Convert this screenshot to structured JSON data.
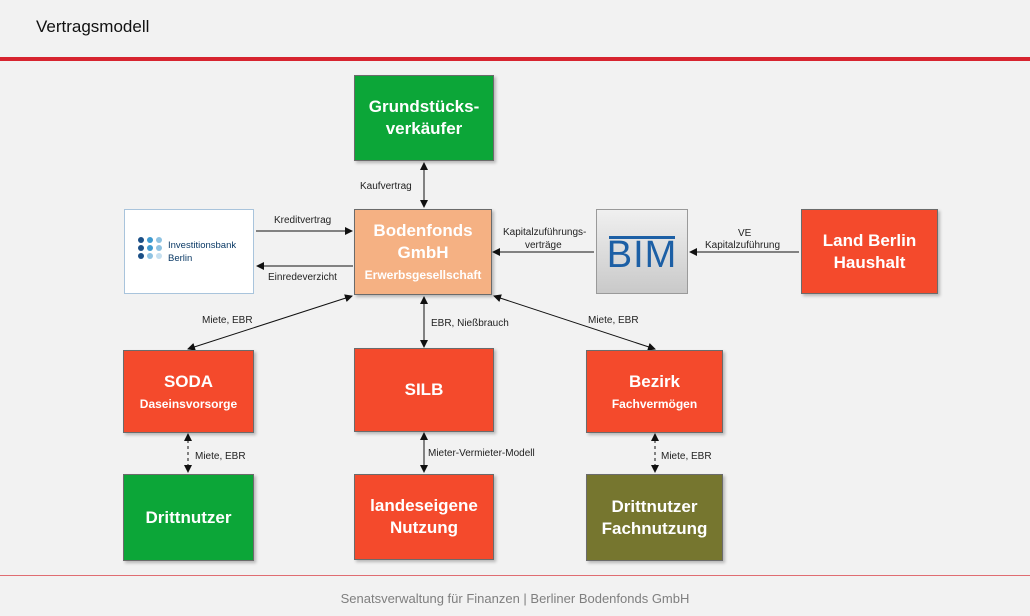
{
  "header": {
    "title": "Vertragsmodell"
  },
  "footer": {
    "text": "Senatsverwaltung für Finanzen | Berliner Bodenfonds GmbH"
  },
  "boxes": {
    "grundstuecksverkaeufer": {
      "line1": "Grundstücks-",
      "line2": "verkäufer"
    },
    "bodenfonds": {
      "line1": "Bodenfonds",
      "line2": "GmbH",
      "sub": "Erwerbsgesellschaft"
    },
    "land_berlin": {
      "line1": "Land Berlin",
      "line2": "Haushalt"
    },
    "soda": {
      "title": "SODA",
      "sub": "Daseinsvorsorge"
    },
    "silb": {
      "title": "SILB"
    },
    "bezirk": {
      "title": "Bezirk",
      "sub": "Fachvermögen"
    },
    "drittnutzer": {
      "title": "Drittnutzer"
    },
    "landeseigene": {
      "line1": "landeseigene",
      "line2": "Nutzung"
    },
    "drittnutzer_fach": {
      "line1": "Drittnutzer",
      "line2": "Fachnutzung"
    }
  },
  "logos": {
    "ibb": {
      "line1": "Investitionsbank",
      "line2": "Berlin"
    },
    "bim": {
      "text": "BIM"
    }
  },
  "labels": {
    "kaufvertrag": "Kaufvertrag",
    "kreditvertrag": "Kreditvertrag",
    "einredeverzicht": "Einredeverzicht",
    "kapital_1": "Kapitalzuführungs-",
    "kapital_2": "verträge",
    "ve": "VE",
    "kapitalzufuehrung": "Kapitalzuführung",
    "miete_ebr_left": "Miete, EBR",
    "ebr_niessbrauch": "EBR, Nießbrauch",
    "miete_ebr_right": "Miete, EBR",
    "miete_ebr_soda": "Miete, EBR",
    "mieter_vermieter": "Mieter-Vermieter-Modell",
    "miete_ebr_bezirk": "Miete, EBR"
  },
  "colors": {
    "green": "#0ca638",
    "red": "#f44a2c",
    "peach": "#f5b183",
    "olive": "#76762f",
    "accent_line": "#d7242f"
  }
}
